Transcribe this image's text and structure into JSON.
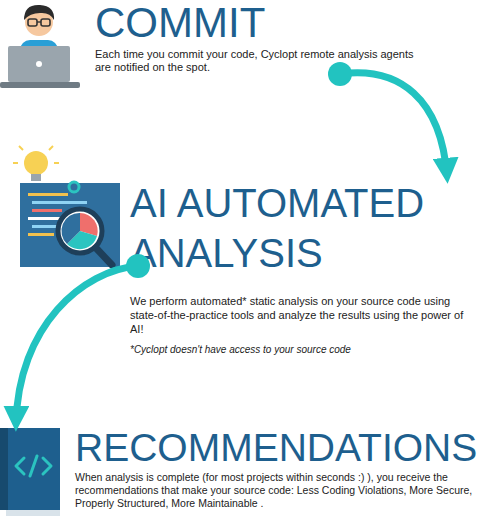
{
  "diagram": {
    "nodes": [
      {
        "text": [
          "COMMIT",
          "Each time you commit your code, Cyclopt remote analysis agents are notified on the spot."
        ]
      },
      {
        "text": [
          "AI AUTOMATED ANALYSIS",
          "We perform automated* static analysis on your source code using state-of-the-practice tools and analyze the results using the power of AI!",
          "*Cyclopt doesn't have access to your source code"
        ]
      },
      {
        "text": [
          "RECOMMENDATIONS",
          "When analysis is complete (for most projects within seconds :) ), you receive the recommendations that make your source code: Less Coding Violations, More Secure, Properly Structured, More Maintainable ."
        ]
      }
    ],
    "edges": [
      {
        "from": 0,
        "to": 1,
        "arrow": "to"
      },
      {
        "from": 1,
        "to": 2,
        "arrow": "to"
      }
    ]
  }
}
